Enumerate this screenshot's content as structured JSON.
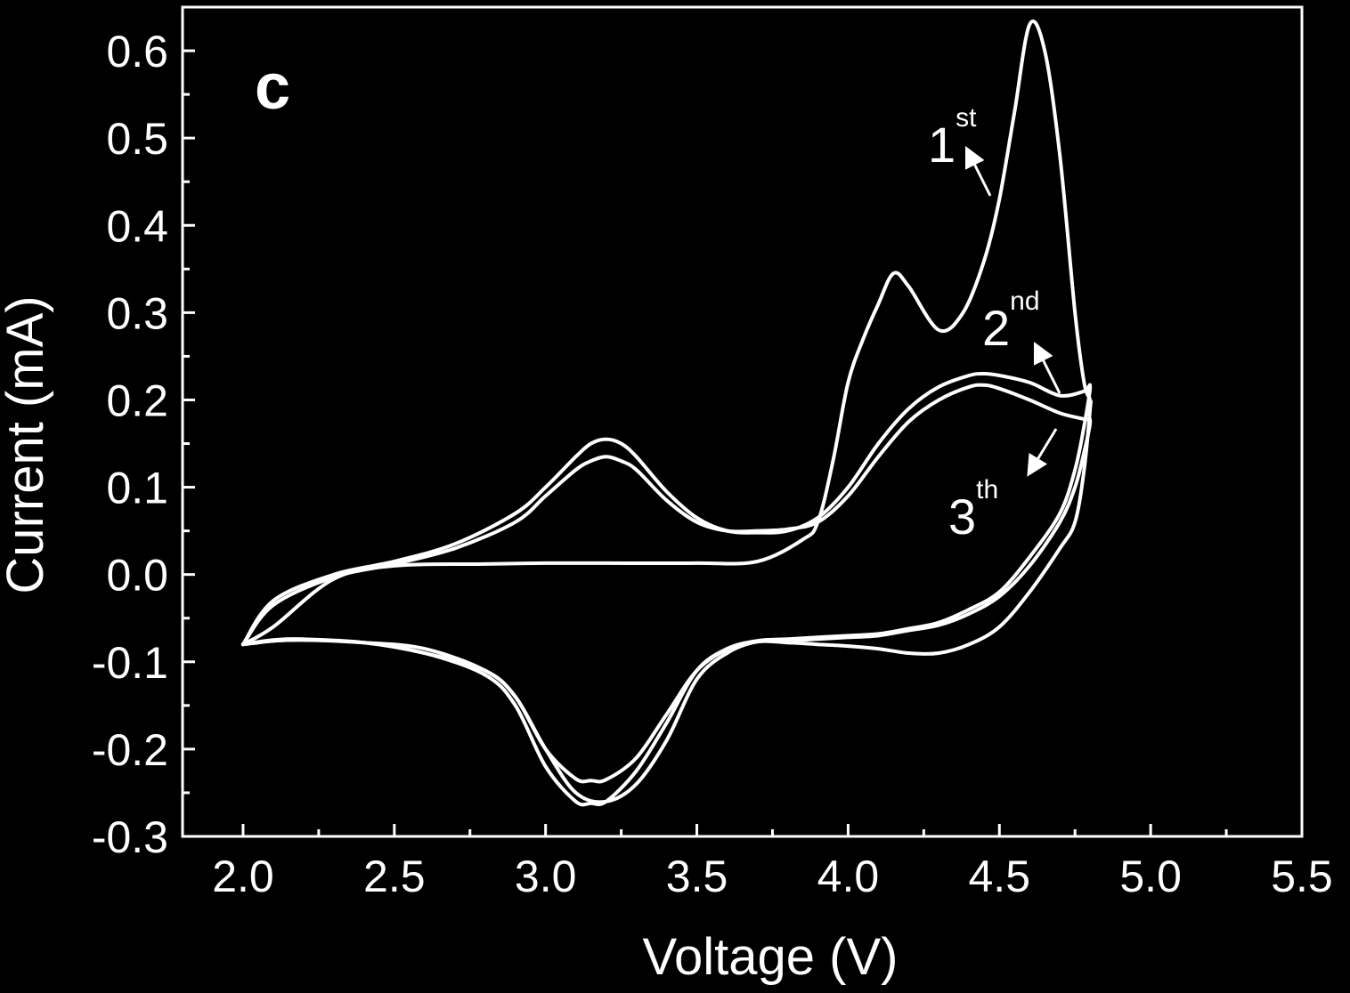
{
  "chart_data": {
    "type": "line",
    "panel_label": "c",
    "xlabel": "Voltage (V)",
    "ylabel": "Current (mA)",
    "xlim": [
      1.8,
      5.5
    ],
    "ylim": [
      -0.3,
      0.65
    ],
    "x_ticks": [
      2.0,
      2.5,
      3.0,
      3.5,
      4.0,
      4.5,
      5.0,
      5.5
    ],
    "x_tick_labels": [
      "2.0",
      "2.5",
      "3.0",
      "3.5",
      "4.0",
      "4.5",
      "5.0",
      "5.5"
    ],
    "y_ticks": [
      -0.3,
      -0.2,
      -0.1,
      0.0,
      0.1,
      0.2,
      0.3,
      0.4,
      0.5,
      0.6
    ],
    "y_tick_labels": [
      "-0.3",
      "-0.2",
      "-0.1",
      "0.0",
      "0.1",
      "0.2",
      "0.3",
      "0.4",
      "0.5",
      "0.6"
    ],
    "grid": false,
    "line_color": "#ffffff",
    "background": "#000000",
    "series": [
      {
        "name": "1st",
        "x": [
          2.0,
          2.1,
          2.3,
          2.5,
          2.8,
          3.0,
          3.2,
          3.5,
          3.7,
          3.85,
          3.9,
          3.95,
          4.0,
          4.05,
          4.1,
          4.15,
          4.2,
          4.3,
          4.38,
          4.45,
          4.5,
          4.55,
          4.6,
          4.65,
          4.7,
          4.75,
          4.78,
          4.8,
          4.8,
          4.78,
          4.75,
          4.7,
          4.6,
          4.5,
          4.4,
          4.3,
          4.2,
          4.1,
          4.0,
          3.9,
          3.8,
          3.7,
          3.6,
          3.5,
          3.4,
          3.3,
          3.2,
          3.1,
          3.0,
          2.9,
          2.8,
          2.6,
          2.4,
          2.2,
          2.1,
          2.05,
          2.0
        ],
        "y": [
          -0.08,
          -0.06,
          -0.005,
          0.01,
          0.012,
          0.013,
          0.013,
          0.013,
          0.015,
          0.04,
          0.06,
          0.13,
          0.22,
          0.27,
          0.31,
          0.345,
          0.33,
          0.28,
          0.3,
          0.36,
          0.43,
          0.53,
          0.63,
          0.6,
          0.48,
          0.3,
          0.22,
          0.2,
          0.19,
          0.12,
          0.06,
          0.03,
          -0.02,
          -0.06,
          -0.08,
          -0.09,
          -0.09,
          -0.085,
          -0.082,
          -0.08,
          -0.078,
          -0.077,
          -0.09,
          -0.12,
          -0.19,
          -0.24,
          -0.26,
          -0.25,
          -0.2,
          -0.14,
          -0.11,
          -0.085,
          -0.078,
          -0.075,
          -0.076,
          -0.078,
          -0.08
        ]
      },
      {
        "name": "2nd",
        "x": [
          2.0,
          2.1,
          2.3,
          2.5,
          2.7,
          2.9,
          3.0,
          3.1,
          3.15,
          3.2,
          3.25,
          3.3,
          3.4,
          3.5,
          3.6,
          3.7,
          3.8,
          3.9,
          4.0,
          4.1,
          4.2,
          4.3,
          4.4,
          4.45,
          4.5,
          4.6,
          4.7,
          4.78,
          4.8,
          4.78,
          4.75,
          4.7,
          4.6,
          4.5,
          4.4,
          4.3,
          4.2,
          4.1,
          4.0,
          3.9,
          3.8,
          3.7,
          3.6,
          3.5,
          3.4,
          3.3,
          3.2,
          3.15,
          3.1,
          3.0,
          2.9,
          2.8,
          2.6,
          2.4,
          2.2,
          2.1,
          2.0
        ],
        "y": [
          -0.08,
          -0.03,
          0.0,
          0.015,
          0.035,
          0.07,
          0.1,
          0.135,
          0.15,
          0.155,
          0.15,
          0.135,
          0.095,
          0.065,
          0.05,
          0.048,
          0.05,
          0.065,
          0.1,
          0.15,
          0.19,
          0.215,
          0.228,
          0.23,
          0.228,
          0.22,
          0.205,
          0.21,
          0.215,
          0.17,
          0.12,
          0.07,
          0.02,
          -0.02,
          -0.04,
          -0.055,
          -0.062,
          -0.068,
          -0.07,
          -0.072,
          -0.074,
          -0.076,
          -0.085,
          -0.11,
          -0.17,
          -0.225,
          -0.26,
          -0.262,
          -0.26,
          -0.22,
          -0.15,
          -0.115,
          -0.09,
          -0.078,
          -0.074,
          -0.075,
          -0.08
        ]
      },
      {
        "name": "3th",
        "x": [
          2.0,
          2.1,
          2.3,
          2.5,
          2.7,
          2.9,
          3.0,
          3.1,
          3.15,
          3.2,
          3.25,
          3.3,
          3.4,
          3.5,
          3.6,
          3.7,
          3.8,
          3.9,
          4.0,
          4.1,
          4.2,
          4.3,
          4.4,
          4.45,
          4.5,
          4.6,
          4.7,
          4.78,
          4.8,
          4.78,
          4.75,
          4.7,
          4.6,
          4.5,
          4.4,
          4.3,
          4.2,
          4.1,
          4.0,
          3.9,
          3.8,
          3.7,
          3.6,
          3.5,
          3.4,
          3.3,
          3.2,
          3.15,
          3.1,
          3.0,
          2.9,
          2.8,
          2.6,
          2.4,
          2.2,
          2.1,
          2.0
        ],
        "y": [
          -0.08,
          -0.035,
          -0.003,
          0.012,
          0.03,
          0.06,
          0.09,
          0.12,
          0.13,
          0.135,
          0.13,
          0.12,
          0.085,
          0.06,
          0.05,
          0.05,
          0.052,
          0.06,
          0.09,
          0.135,
          0.175,
          0.2,
          0.215,
          0.217,
          0.213,
          0.2,
          0.185,
          0.178,
          0.175,
          0.14,
          0.1,
          0.06,
          0.01,
          -0.025,
          -0.045,
          -0.058,
          -0.064,
          -0.07,
          -0.072,
          -0.074,
          -0.076,
          -0.077,
          -0.086,
          -0.11,
          -0.16,
          -0.21,
          -0.235,
          -0.236,
          -0.234,
          -0.2,
          -0.14,
          -0.11,
          -0.09,
          -0.078,
          -0.075,
          -0.076,
          -0.08
        ]
      }
    ],
    "annotations": [
      {
        "main": "1",
        "sup": "st",
        "series": "1st"
      },
      {
        "main": "2",
        "sup": "nd",
        "series": "2nd"
      },
      {
        "main": "3",
        "sup": "th",
        "series": "3th"
      }
    ]
  }
}
